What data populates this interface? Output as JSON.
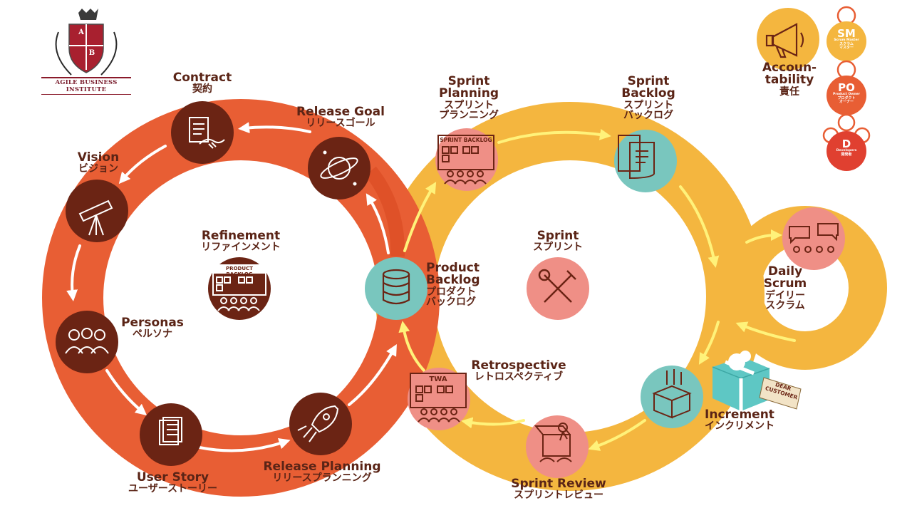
{
  "logo": {
    "crest_letters": [
      "A",
      "B"
    ],
    "name": "AGILE BUSINESS INSTITUTE"
  },
  "colors": {
    "release_ring": "#e85e34",
    "sprint_ring": "#f4b63f",
    "icon_dark": "#6b2414",
    "icon_pink": "#ef8f86",
    "icon_teal": "#79c6be",
    "arrow_white": "#ffffff",
    "arrow_yellow": "#fff27a",
    "label_text": "#5a2416"
  },
  "release_cycle": {
    "center": {
      "en": "Refinement",
      "ja": "リファインメント",
      "box_caption": "PRODUCT BACKLOG",
      "icon": "product-backlog-board-icon"
    },
    "nodes": [
      {
        "key": "contract",
        "en": "Contract",
        "ja": "契約",
        "icon": "contract-handshake-icon"
      },
      {
        "key": "release_goal",
        "en": "Release Goal",
        "ja": "リリースゴール",
        "icon": "planet-icon"
      },
      {
        "key": "vision",
        "en": "Vision",
        "ja": "ビジョン",
        "icon": "telescope-icon"
      },
      {
        "key": "personas",
        "en": "Personas",
        "ja": "ペルソナ",
        "icon": "people-icon"
      },
      {
        "key": "user_story",
        "en": "User Story",
        "ja": "ユーザーストーリー",
        "icon": "document-icon"
      },
      {
        "key": "release_planning",
        "en": "Release Planning",
        "ja": "リリースプランニング",
        "icon": "rocket-icon"
      }
    ]
  },
  "product_backlog": {
    "en1": "Product",
    "en2": "Backlog",
    "ja1": "プロダクト",
    "ja2": "バックログ",
    "icon": "database-icon"
  },
  "sprint_cycle": {
    "center": {
      "en": "Sprint",
      "ja": "スプリント",
      "icon": "wrench-hammer-icon"
    },
    "sprint_planning": {
      "en1": "Sprint",
      "en2": "Planning",
      "ja1": "スプリント",
      "ja2": "プランニング",
      "box_caption": "SPRINT BACKLOG",
      "icon": "sprint-backlog-board-icon"
    },
    "sprint_backlog": {
      "en1": "Sprint",
      "en2": "Backlog",
      "ja1": "スプリント",
      "ja2": "バックログ",
      "icon": "documents-icon"
    },
    "daily_scrum": {
      "en1": "Daily",
      "en2": "Scrum",
      "ja1": "デイリー",
      "ja2": "スクラム",
      "icon": "chat-bubbles-icon"
    },
    "increment": {
      "en": "Increment",
      "ja": "インクリメント",
      "icon": "open-box-icon",
      "gift_tag": [
        "DEAR",
        "CUSTOMER"
      ]
    },
    "sprint_review": {
      "en": "Sprint Review",
      "ja": "スプリントレビュー",
      "icon": "jack-in-box-icon"
    },
    "retrospective": {
      "en": "Retrospective",
      "ja": "レトロスペクティブ",
      "box_caption": "TWA",
      "icon": "twa-board-icon"
    }
  },
  "accountability": {
    "en1": "Accoun-",
    "en2": "tability",
    "ja": "責任",
    "icon": "megaphone-icon",
    "roles": [
      {
        "abbr": "SM",
        "line1": "Scrum Master",
        "line2": "スクラム",
        "line3": "マスター"
      },
      {
        "abbr": "PO",
        "line1": "Product Owner",
        "line2": "プロダクト",
        "line3": "オーナー"
      },
      {
        "abbr": "D",
        "line1": "Developers",
        "line2": "開発者",
        "line3": ""
      }
    ]
  }
}
